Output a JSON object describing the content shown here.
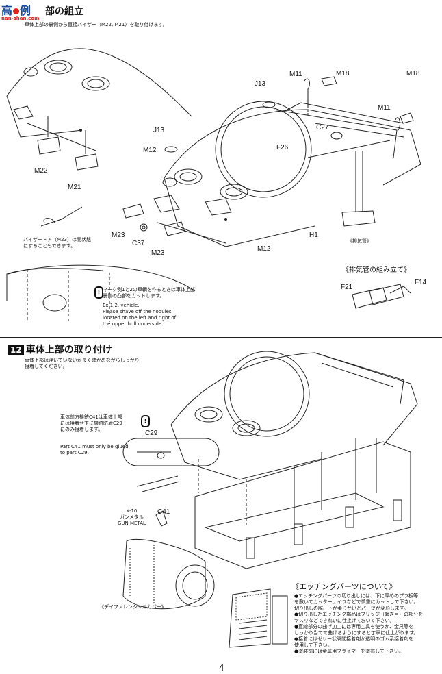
{
  "watermark": {
    "logo_text": "高",
    "logo_text2": "例",
    "url": "nan-shan.com"
  },
  "step11": {
    "title": "部の組立",
    "subtitle": "車体上部の裏側から直接バイザー（M22, M21）を取り付けます。",
    "labels": {
      "M11a": "M11",
      "M18a": "M18",
      "M18b": "M18",
      "J13a": "J13",
      "M11b": "M11",
      "C27": "C27",
      "J13b": "J13",
      "F26": "F26",
      "M12a": "M12",
      "M22": "M22",
      "M21": "M21",
      "M23a": "M23",
      "C37": "C37",
      "M23b": "M23",
      "M12b": "M12",
      "H1": "H1",
      "exhaust_small": "《排気管》"
    },
    "visor_note": [
      "バイザードア（M23）は開状態",
      "にすることもできます。"
    ],
    "exhaust_title": "《排気管の組み立て》",
    "exhaust_labels": {
      "F21": "F21",
      "F14": "F14"
    },
    "note_jp": [
      "マーク例1と2の車輌を作るときは車体上部",
      "裏側の凸部をカットします。"
    ],
    "note_en": [
      "Ex.1,2. vehicle.",
      "Please shave off the nodules",
      "located on the left and right of",
      "the upper hull underside."
    ]
  },
  "step12": {
    "num": "12",
    "title": "車体上部の取り付け",
    "intro": [
      "車体上部は浮いていないか良く確かめながらしっかり",
      "接着してください。"
    ],
    "c41_jp": [
      "車体前方機銃C41は車体上部",
      "には接着せずに機銃防盾C29",
      "にのみ接着します。"
    ],
    "c41_en": [
      "Part C41 must only be glued",
      "to part C29."
    ],
    "labels": {
      "C29": "C29",
      "C41": "C41"
    },
    "paint": [
      "X-10",
      "ガンメタル",
      "GUN METAL"
    ],
    "diff_cover": "《デイファレンシャルカバー》",
    "etch_title": "《エッチングパーツについて》",
    "etch_notes": [
      "●エッチングパーツの切り出しには、下に厚めのプラ板等",
      "を敷いてカッターナイフなどで慎重にカットして下さい。",
      "切り出しの際、下が柔らかいとパーツが変形します。",
      "●切り出したエッチング部品はブリッジ（繋ぎ目）の部分を",
      "ヤスリなどできれいに仕上げておいて下さい。",
      "●直線部分の曲げ加工には専用工具を使うか、金尺等を",
      "しっかり当てて曲げるようにすると丁寧に仕上がります。",
      "●接着にはゼリー状瞬間接着剤か透明のゴム系接着剤を",
      "使用して下さい。",
      "●塗装前には金属用プライマーを塗布して下さい。"
    ]
  },
  "page_number": "4"
}
